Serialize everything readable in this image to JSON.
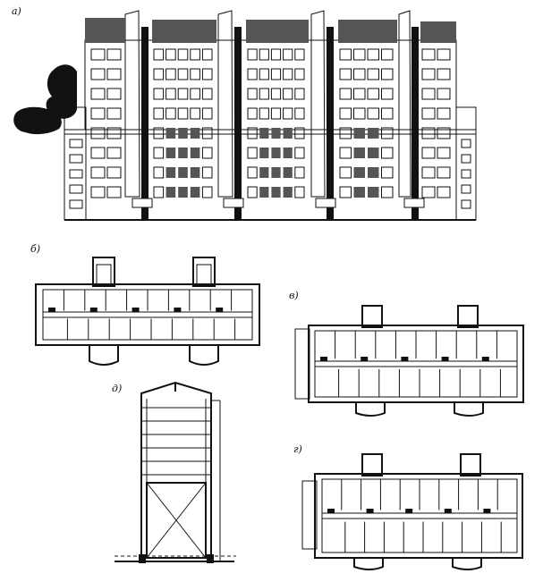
{
  "labels": {
    "a": "а)",
    "b": "б)",
    "v": "в)",
    "d": "д)",
    "g": "г)"
  },
  "colors": {
    "ink": "#111111",
    "paper": "#ffffff",
    "shade": "#555555"
  }
}
